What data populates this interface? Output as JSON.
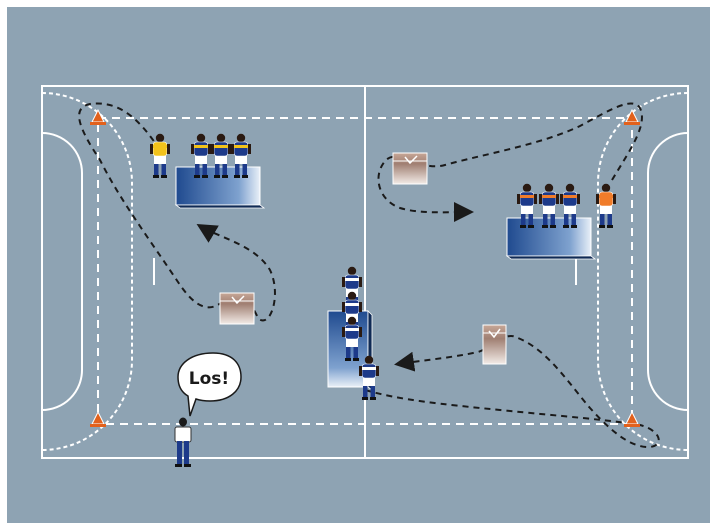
{
  "diagram": {
    "speech_bubble": {
      "text": "Los!"
    },
    "colors": {
      "court": "#8ea3b3",
      "lines": "#ffffff",
      "home_team": "#1d3a8a",
      "yellow_team": "#f2c21b",
      "orange_team": "#f07c2a",
      "box": "#a98a7c",
      "mat_dark": "#1f4a8f",
      "mat_light": "#e9f0f8",
      "cone": "#e2611c",
      "path": "#1a1a1a"
    },
    "elements": {
      "players": [
        {
          "id": "top-left-yellow-1",
          "team": "yellow"
        },
        {
          "id": "top-left-yellow-2",
          "team": "yellow"
        },
        {
          "id": "top-left-yellow-3",
          "team": "yellow"
        },
        {
          "id": "top-left-yellow-4",
          "team": "yellow"
        },
        {
          "id": "right-orange-1",
          "team": "orange"
        },
        {
          "id": "right-orange-2",
          "team": "orange"
        },
        {
          "id": "right-orange-3",
          "team": "orange"
        },
        {
          "id": "right-orange-4",
          "team": "orange"
        },
        {
          "id": "center-blue-1",
          "team": "blue"
        },
        {
          "id": "center-blue-2",
          "team": "blue"
        },
        {
          "id": "center-blue-3",
          "team": "blue"
        },
        {
          "id": "center-blue-4",
          "team": "blue"
        }
      ],
      "coach": {
        "team": "coach"
      }
    }
  }
}
